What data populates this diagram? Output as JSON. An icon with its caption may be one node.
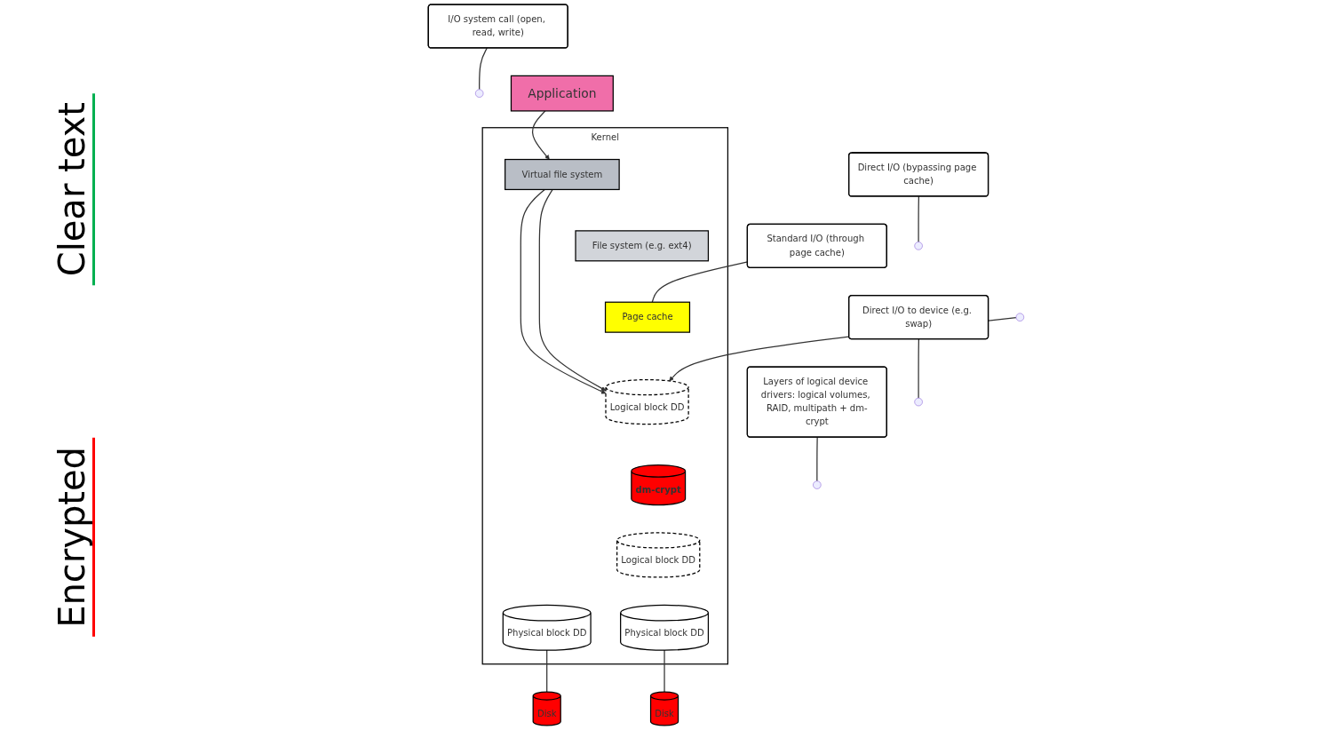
{
  "diagram": {
    "nodes": [
      {
        "text": [
          "Application"
        ]
      },
      {
        "text": [
          "Kernel"
        ]
      },
      {
        "text": [
          "Virtual file system"
        ],
        "in": 1
      },
      {
        "text": [
          "File system (e.g. ext4)"
        ],
        "in": 1
      },
      {
        "text": [
          "Page cache"
        ],
        "in": 1
      },
      {
        "text": [
          "Logical block DD"
        ],
        "in": 1
      },
      {
        "text": [
          "dm-crypt"
        ],
        "in": 1
      },
      {
        "text": [
          "Logical block DD"
        ],
        "in": 1
      },
      {
        "text": [
          "Physical block DD"
        ],
        "in": 1
      },
      {
        "text": [
          "Physical block DD"
        ],
        "in": 1
      },
      {
        "text": [
          "Disk"
        ]
      },
      {
        "text": [
          "Disk"
        ]
      },
      {
        "text": [
          "I/O system call (open, read, write)"
        ]
      },
      {
        "text": [
          "Direct I/O (bypassing page cache)"
        ]
      },
      {
        "text": [
          "Direct I/O to device (e.g. swap)"
        ]
      },
      {
        "text": [
          "Standard I/O (through page cache)"
        ]
      },
      {
        "text": [
          "Layers of logical device drivers: logical volumes, RAID, multipath + dm-crypt"
        ]
      }
    ],
    "edges": [
      {
        "from": 0,
        "to": 2,
        "arrow": "to"
      },
      {
        "from": 2,
        "to": 5,
        "arrow": "to"
      },
      {
        "from": 2,
        "to": 5,
        "arrow": "to"
      },
      {
        "from": null,
        "to": 5,
        "arrow": "to"
      },
      {
        "from": 8,
        "to": 10,
        "arrow": "none"
      },
      {
        "from": 9,
        "to": 11,
        "arrow": "none"
      },
      {
        "from": 12,
        "to": null,
        "arrow": "none"
      },
      {
        "from": 13,
        "to": null,
        "arrow": "none"
      },
      {
        "from": 14,
        "to": null,
        "arrow": "none"
      },
      {
        "from": 15,
        "to": 4,
        "arrow": "none"
      },
      {
        "from": 16,
        "to": null,
        "arrow": "none"
      }
    ],
    "labels": [
      "Clear text",
      "Encrypted"
    ]
  }
}
